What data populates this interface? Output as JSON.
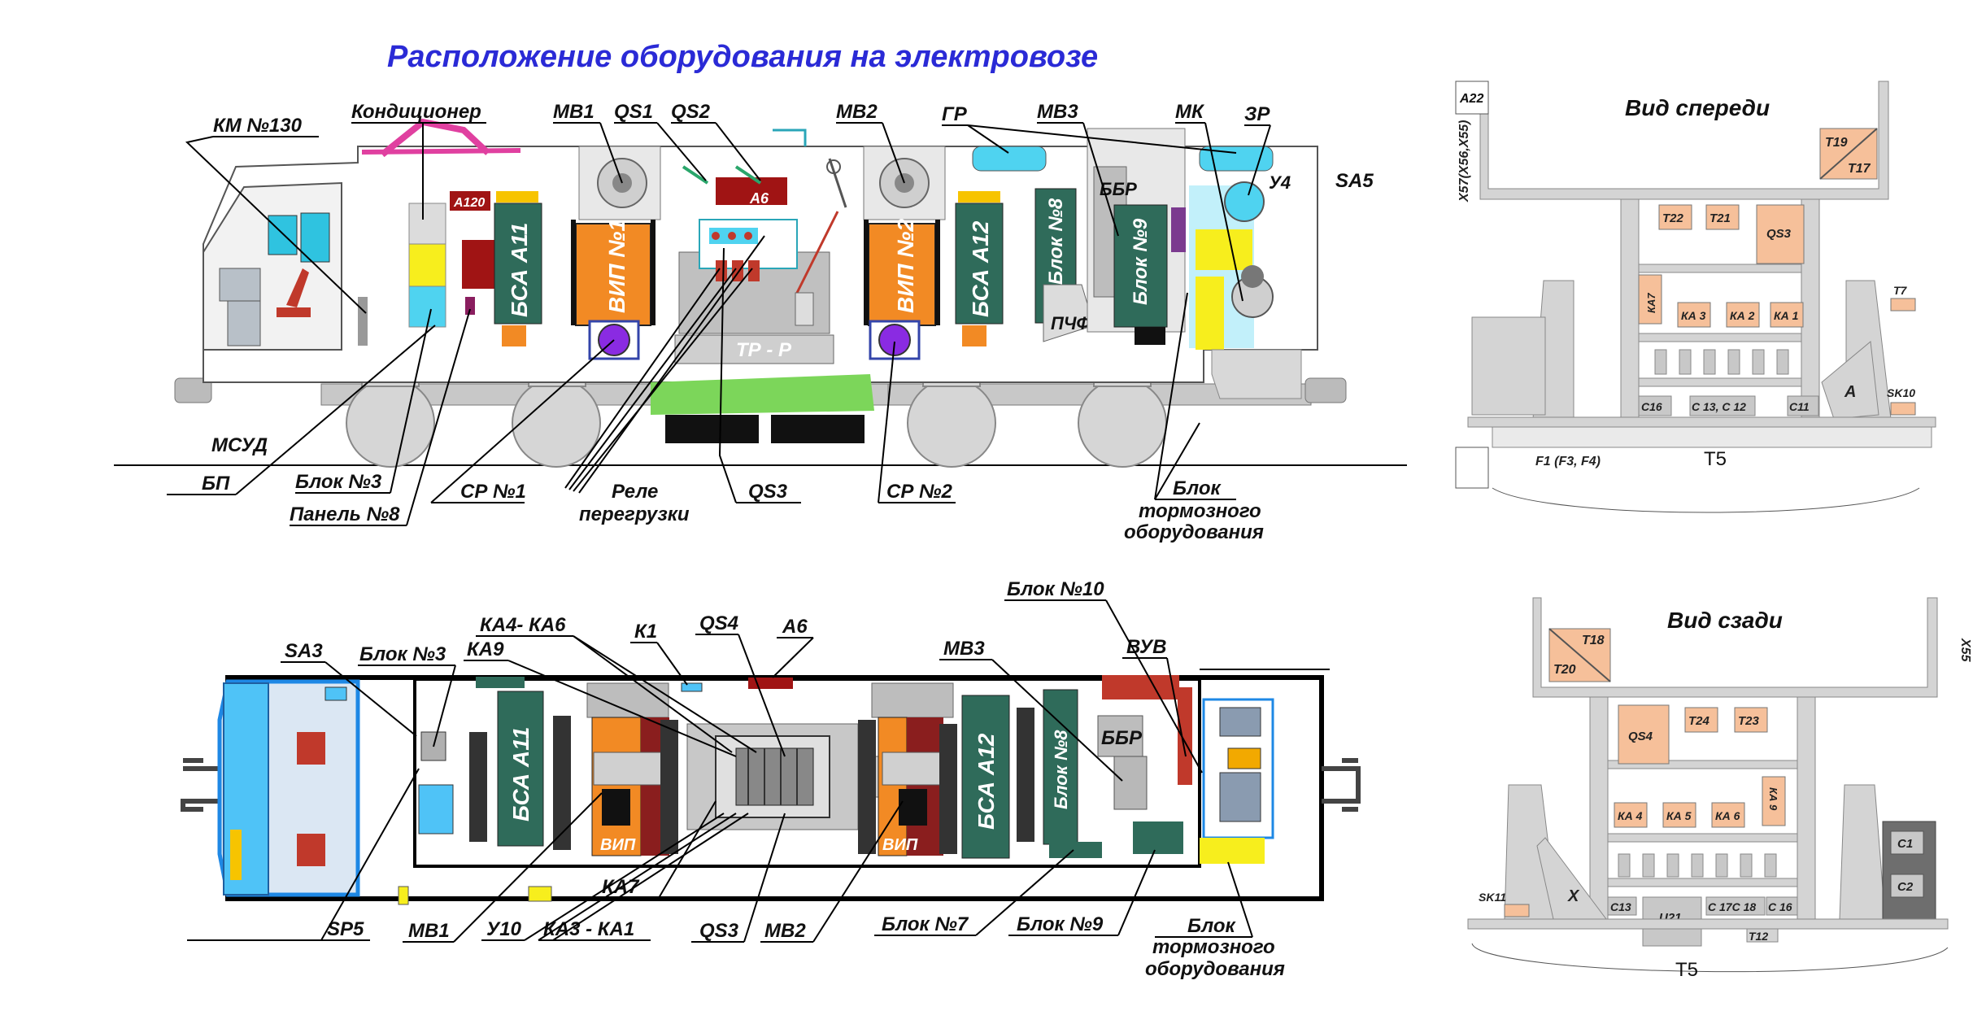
{
  "title": "Расположение оборудования на электровозе",
  "side_view": {
    "labels": {
      "km130": "КМ №130",
      "kond": "Кондиционер",
      "mv1": "МВ1",
      "qs1": "QS1",
      "qs2": "QS2",
      "mv2": "МВ2",
      "gr": "ГР",
      "mv3": "МВ3",
      "mk": "МК",
      "zr": "ЗР",
      "sa5": "SA5",
      "u4": "У4",
      "a120": "А120",
      "a6": "А6",
      "bsa11": "БСА А11",
      "vip1": "ВИП №1",
      "vip2": "ВИП №2",
      "bsa12": "БСА А12",
      "blok8": "Блок №8",
      "bbr": "ББР",
      "blok9": "Блок №9",
      "pchf": "ПЧФ",
      "trp": "ТР - Р",
      "msud": "МСУД",
      "bp": "БП",
      "blok3": "Блок №3",
      "panel8": "Панель №8",
      "sr1": "СР №1",
      "rele1": "Реле",
      "rele2": "перегрузки",
      "qs3": "QS3",
      "sr2": "СР №2",
      "brake1": "Блок",
      "brake2": "тормозного",
      "brake3": "оборудования"
    }
  },
  "plan_view": {
    "labels": {
      "sa3": "SA3",
      "blok3": "Блок №3",
      "ka4ka6": "КА4- КА6",
      "ka9": "КА9",
      "k1": "К1",
      "qs4": "QS4",
      "a6": "А6",
      "blok10": "Блок №10",
      "mv3": "МВ3",
      "vuv": "ВУВ",
      "bsa11": "БСА А11",
      "bsa12": "БСА А12",
      "blok8": "Блок №8",
      "bbr": "ББР",
      "vip_left": "ВИП",
      "vip_right": "ВИП",
      "ka7": "КА7",
      "sp5": "SP5",
      "mv1": "МВ1",
      "u10": "У10",
      "ka3ka1": "КА3 - КА1",
      "qs3": "QS3",
      "mv2": "МВ2",
      "blok7": "Блок №7",
      "blok9": "Блок №9",
      "brake1": "Блок",
      "brake2": "тормозного",
      "brake3": "оборудования"
    }
  },
  "front_view": {
    "title": "Вид спереди",
    "labels": {
      "a22": "А22",
      "x57": "Х57(Х56,Х55)",
      "t19": "Т19",
      "t17": "Т17",
      "t22": "Т22",
      "t21": "Т21",
      "qs3": "QS3",
      "ka7": "КА7",
      "ka3": "КА 3",
      "ka2": "КА 2",
      "ka1": "КА 1",
      "t7": "Т7",
      "c16": "С16",
      "c13c12": "С 13, С 12",
      "c11": "С11",
      "a": "А",
      "sk10": "SK10",
      "f1": "F1 (F3, F4)",
      "t5": "Т5"
    }
  },
  "rear_view": {
    "title": "Вид сзади",
    "labels": {
      "x55": "Х55",
      "t18": "Т18",
      "t20": "Т20",
      "qs4": "QS4",
      "t24": "Т24",
      "t23": "Т23",
      "ka4": "КА 4",
      "ka5": "КА 5",
      "ka6": "КА 6",
      "ka9": "КА 9",
      "c1": "С1",
      "c2": "С2",
      "sk11": "SK11",
      "x": "Х",
      "c13": "С13",
      "u21": "U21",
      "c17c18": "С 17С 18",
      "c16": "С 16",
      "t12": "Т12",
      "t5": "Т5"
    }
  },
  "colors": {
    "title": "#2a2ad6",
    "dark_green": "#2f6b5a",
    "orange": "#f28a24",
    "purple": "#8a2be2",
    "light_blue": "#4fc3f7",
    "yellow": "#f2e600",
    "dark_red": "#a01414",
    "gray": "#c8c8c8",
    "salmon": "#f6c09a",
    "green_base": "#7cd65a"
  }
}
